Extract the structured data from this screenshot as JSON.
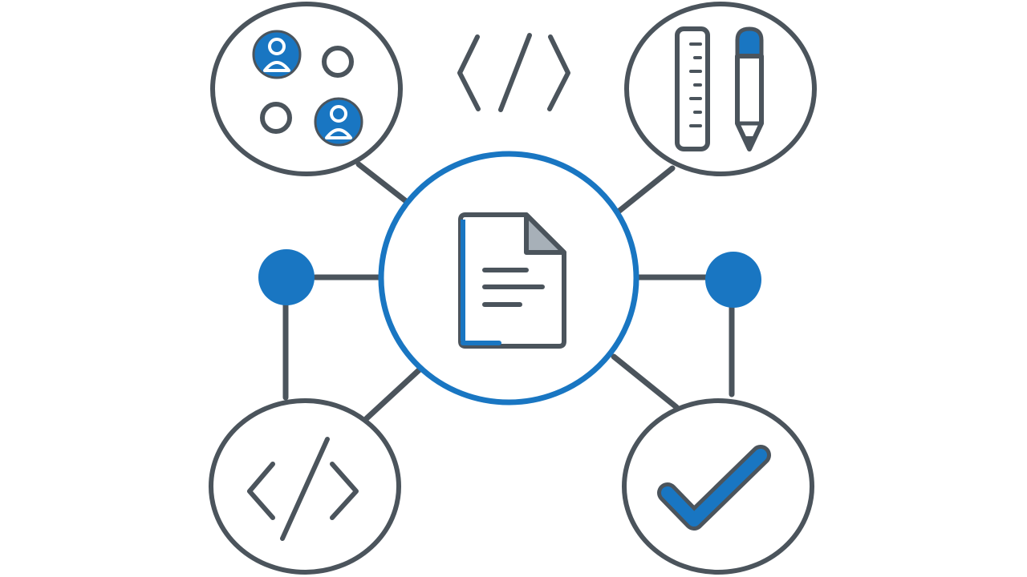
{
  "diagram": {
    "colors": {
      "stroke": "#4b545c",
      "accent": "#1976c2",
      "background": "#ffffff",
      "paper_fold": "#a7b0b8"
    },
    "center_node": {
      "icon": "document-icon"
    },
    "outer_nodes": [
      {
        "position": "top-left",
        "icon": "team-people-icon"
      },
      {
        "position": "top-right",
        "icon": "ruler-pencil-icon"
      },
      {
        "position": "bottom-left",
        "icon": "code-icon"
      },
      {
        "position": "bottom-right",
        "icon": "checkmark-icon"
      }
    ],
    "junction_nodes": [
      {
        "position": "left"
      },
      {
        "position": "right"
      }
    ],
    "floating_icons": [
      {
        "position": "top-center",
        "icon": "code-brackets-icon"
      }
    ]
  }
}
